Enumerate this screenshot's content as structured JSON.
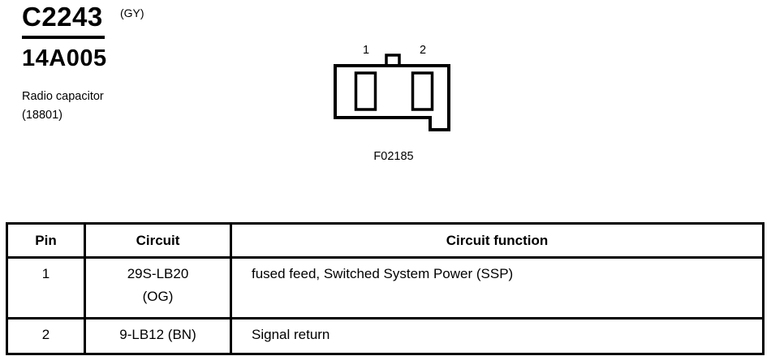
{
  "page": {
    "background": "#ffffff",
    "ink": "#000000"
  },
  "header": {
    "connector_id": "C2243",
    "color_code": "(GY)",
    "part_number": "14A005",
    "component_name": "Radio capacitor",
    "component_base_number": "(18801)"
  },
  "connector_figure": {
    "pin_labels": [
      "1",
      "2"
    ],
    "figure_id": "F02185"
  },
  "pin_table": {
    "headers": [
      "Pin",
      "Circuit",
      "Circuit function"
    ],
    "rows": [
      {
        "pin": "1",
        "circuit": [
          "29S-LB20",
          "(OG)"
        ],
        "function": "fused feed, Switched System Power (SSP)"
      },
      {
        "pin": "2",
        "circuit": [
          "9-LB12 (BN)"
        ],
        "function": "Signal return"
      }
    ]
  }
}
